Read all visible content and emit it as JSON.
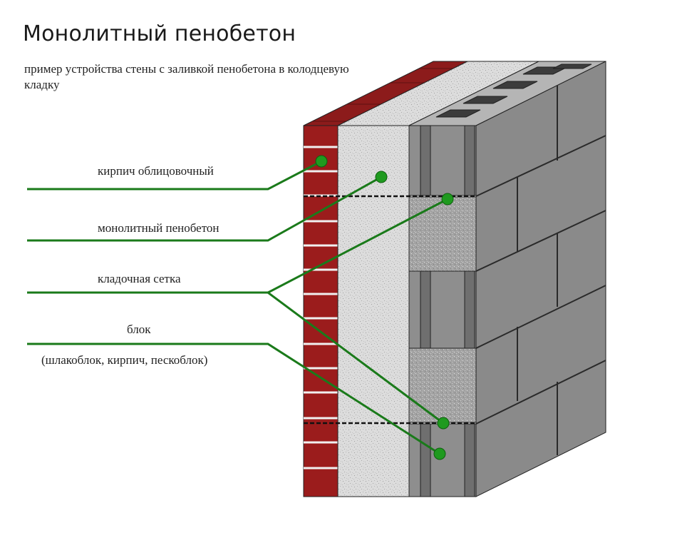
{
  "title": "Монолитный пенобетон",
  "subtitle": "пример устройства стены с заливкой пенобетона в колодцевую кладку",
  "labels": {
    "facing_brick": "кирпич облицовочный",
    "foam_concrete": "монолитный пенобетон",
    "masonry_mesh": "кладочная сетка",
    "block": "блок",
    "block_detail": "(шлакоблок, кирпич, пескоблок)"
  },
  "colors": {
    "leader_line": "#1a7a1a",
    "leader_dot": "#1f9a1f",
    "brick": "#9b1c1c",
    "foam_concrete": "#d9d9d9",
    "block_front": "#8a8a8a",
    "block_top": "#6e6e6e"
  }
}
